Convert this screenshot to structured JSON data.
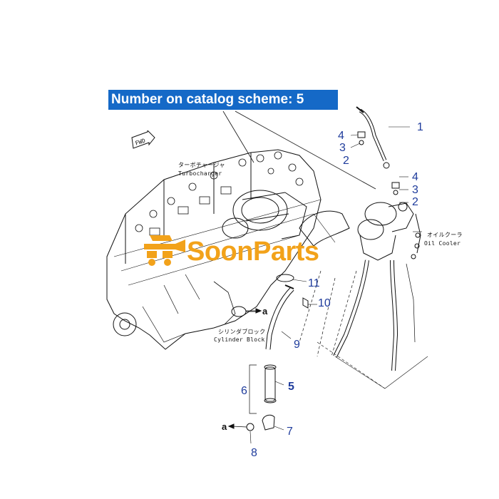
{
  "banner": {
    "text": "Number on catalog scheme: 5",
    "bg_color": "#1569c7"
  },
  "labels": {
    "turbocharger_jp": "ターボチャージャ",
    "turbocharger_en": "Turbocharger",
    "oil_cooler_jp": "オイルクーラ",
    "oil_cooler_en": "Oil Cooler",
    "cylinder_block_jp": "シリンダブロック",
    "cylinder_block_en": "Cylinder Block",
    "fwd": "FWD"
  },
  "callouts": [
    {
      "id": "c1",
      "text": "1"
    },
    {
      "id": "c4a",
      "text": "4"
    },
    {
      "id": "c3a",
      "text": "3"
    },
    {
      "id": "c2a",
      "text": "2"
    },
    {
      "id": "c4b",
      "text": "4"
    },
    {
      "id": "c3b",
      "text": "3"
    },
    {
      "id": "c2b",
      "text": "2"
    },
    {
      "id": "c11",
      "text": "11"
    },
    {
      "id": "c10",
      "text": "10"
    },
    {
      "id": "c9",
      "text": "9"
    },
    {
      "id": "c6",
      "text": "6"
    },
    {
      "id": "c5",
      "text": "5"
    },
    {
      "id": "c7",
      "text": "7"
    },
    {
      "id": "c8",
      "text": "8"
    }
  ],
  "connection_refs": {
    "upper": "a",
    "lower": "a"
  },
  "watermark": {
    "text": "SoonParts",
    "color": "#f2a21a"
  },
  "callout_color": "#1f3c9c"
}
